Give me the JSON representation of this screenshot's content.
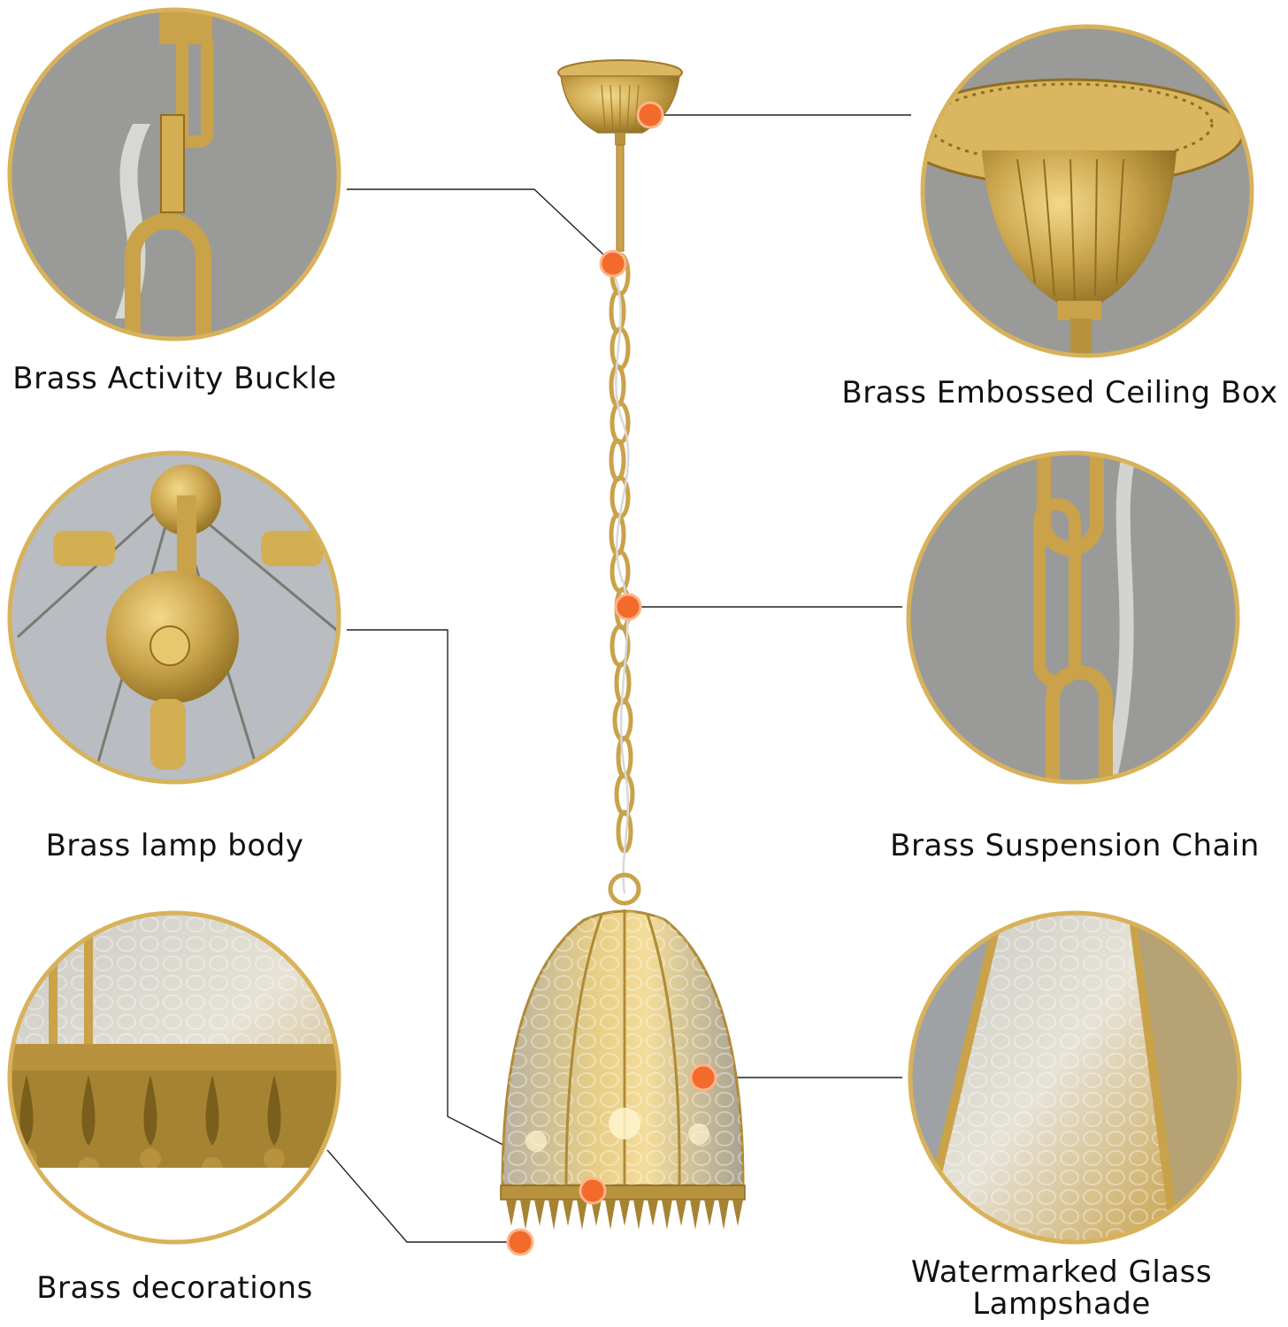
{
  "labels": {
    "buckle": "Brass Activity Buckle",
    "ceiling_box": "Brass Embossed Ceiling Box",
    "lamp_body": "Brass lamp body",
    "suspension_chain": "Brass Suspension Chain",
    "decorations": "Brass decorations",
    "lampshade_line1": "Watermarked Glass",
    "lampshade_line2": "Lampshade"
  },
  "colors": {
    "brass": "#c9a24a",
    "brass_dark": "#8f6f22",
    "circle_ring": "#d8b25a",
    "callout_dot": "#f26b2a",
    "glass": "#c9c0a6",
    "backdrop": "#9a9a98"
  }
}
